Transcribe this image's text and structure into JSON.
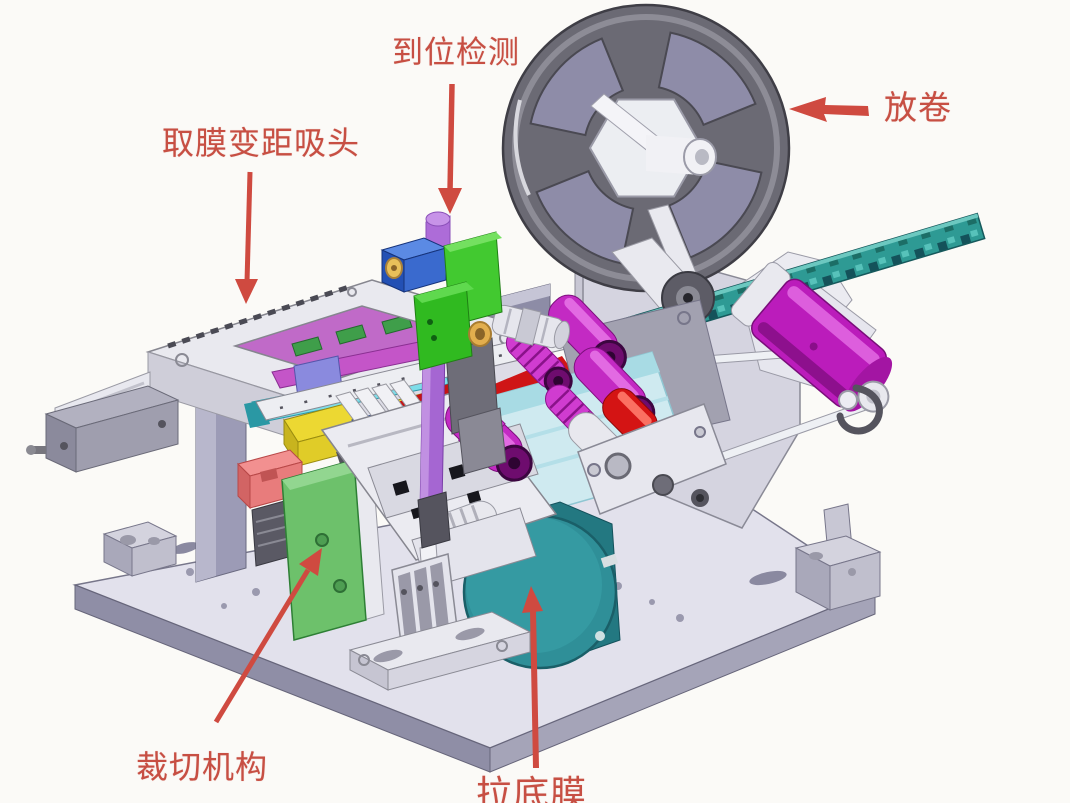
{
  "figure": {
    "type": "annotated 3D CAD machine diagram",
    "background": "#fbfaf7",
    "annotation_color": "#c74f43"
  },
  "labels": {
    "position_detect": {
      "text": "到位检测"
    },
    "unwind": {
      "text": "放卷"
    },
    "suction_head": {
      "text": "取膜变距吸头"
    },
    "cutting": {
      "text": "裁切机构"
    },
    "pull_film": {
      "text": "拉底膜"
    }
  },
  "palette": {
    "reel_gray": "#6b6a74",
    "reel_window_lavender": "#8e8ca8",
    "base_plate": "#e2e1ec",
    "base_edge": "#8f8ea6",
    "machine_white": "#e9e9ef",
    "magenta_roller": "#c32ac3",
    "magenta_motor": "#bb1cbb",
    "red_film": "#cf1516",
    "carrier_tape_teal": "#2e9a94",
    "pull_film_motor_teal": "#2f8f98",
    "film_sheet_cyan": "#cfeaf0",
    "cutting_plate_green": "#6dc16b",
    "sensor_bracket_green": "#3fc92e",
    "sensor_block_blue": "#3a6ace",
    "sensor_post_purple": "#a566d2",
    "clamp_yellow": "#ecd832",
    "block_pink": "#e87c7c",
    "bar_cyan": "#7edde9"
  }
}
